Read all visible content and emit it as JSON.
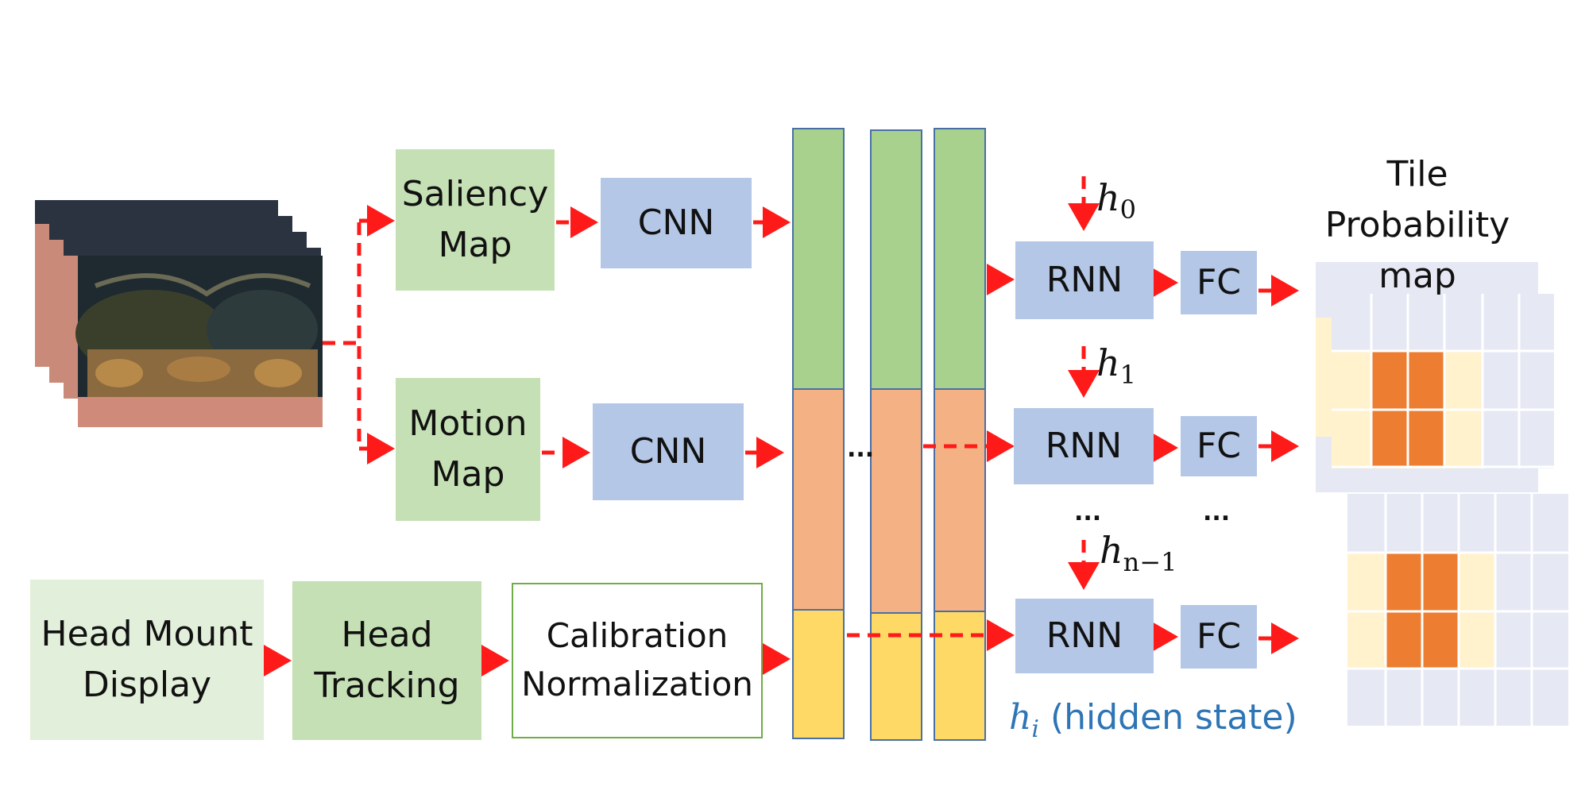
{
  "boxes": {
    "saliency": "Saliency\nMap",
    "motion": "Motion\nMap",
    "cnn_top": "CNN",
    "cnn_mid": "CNN",
    "hmd": "Head Mount\nDisplay",
    "head_tracking": "Head\nTracking",
    "calibration": "Calibration\nNormalization",
    "rnn": "RNN",
    "fc": "FC"
  },
  "ellipsis": "...",
  "hidden": {
    "h0": "h",
    "h0_sub": "0",
    "h1": "h",
    "h1_sub": "1",
    "hn": "h",
    "hn_sub": "n−1",
    "legend_symbol": "h",
    "legend_sub": "i",
    "legend_text": " (hidden state)"
  },
  "output_title": "Tile Probability\nmap",
  "colors": {
    "arrow": "#ff1a1a",
    "feature_green": "#a9d18e",
    "feature_orange": "#f4b183",
    "feature_yellow": "#ffd966",
    "tile_bg": "#e6e9f4",
    "tile_light": "#fff2cc",
    "tile_hot": "#ed7d31",
    "legend_blue": "#2e75b6"
  }
}
